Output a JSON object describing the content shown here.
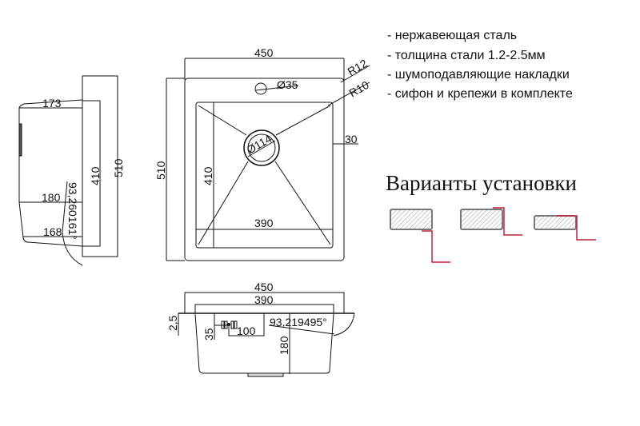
{
  "features": [
    "- нержавеющая сталь",
    "- толщина стали 1.2-2.5мм",
    "- шумоподавляющие накладки",
    "- сифон и крепежи в комплекте"
  ],
  "install_title": "Варианты установки",
  "top_view": {
    "width": "450",
    "height": "510",
    "r_outer": "R12",
    "r_inner": "R10",
    "hole": "Ø35",
    "drain": "Ø114",
    "bowl_width": "390",
    "bowl_length": "410",
    "offset": "30"
  },
  "side_view": {
    "top": "173",
    "middle": "180",
    "bottom": "168",
    "angle": "93,260161°",
    "inner": "410",
    "outer": "510"
  },
  "front_view": {
    "width": "450",
    "inner_width": "390",
    "thickness": "2,5",
    "overflow_h": "35",
    "overflow_w": "100",
    "angle": "93,219495°",
    "depth": "180"
  },
  "colors": {
    "line": "#111111",
    "accent": "#c0203a",
    "hatch": "#777777"
  }
}
